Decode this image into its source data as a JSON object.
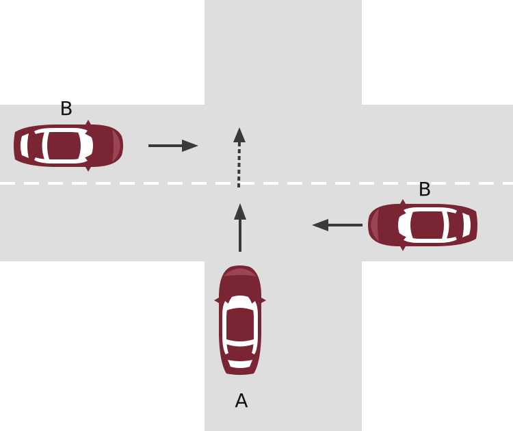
{
  "colors": {
    "road": "#dedede",
    "background": "#ffffff",
    "lane_marking": "#ffffff",
    "car_body": "#7a2533",
    "car_glass": "#ffffff",
    "arrow": "#3a3a3a"
  },
  "labels": {
    "car_a": "A",
    "car_b_west": "B",
    "car_b_east": "B"
  },
  "icons": {
    "car": "car-topview-icon",
    "arrow": "arrow-icon"
  }
}
